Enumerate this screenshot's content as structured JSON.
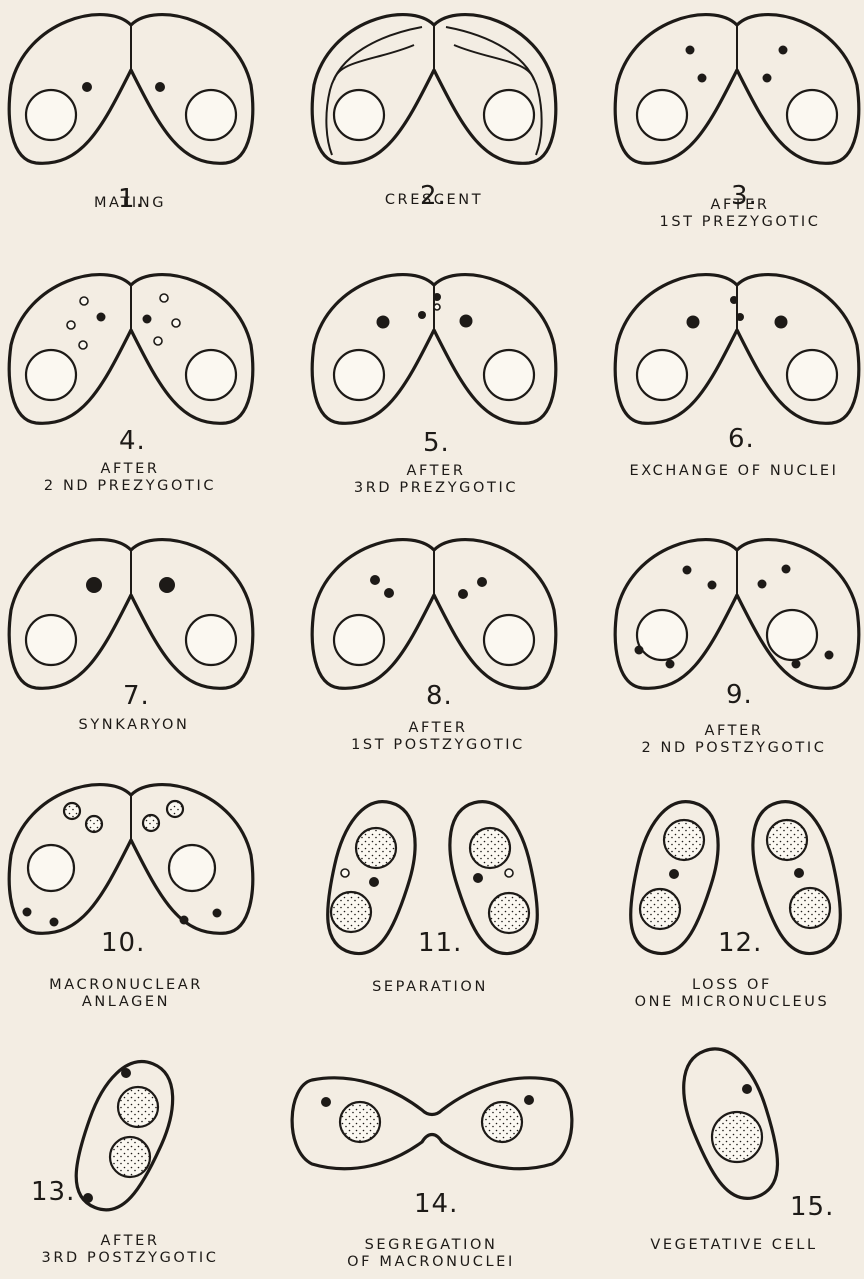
{
  "stages": [
    {
      "number": "1.",
      "caption": [
        "MATING"
      ]
    },
    {
      "number": "2.",
      "caption": [
        "CRESCENT"
      ]
    },
    {
      "number": "3.",
      "caption": [
        "AFTER",
        "1ST PREZYGOTIC"
      ]
    },
    {
      "number": "4.",
      "caption": [
        "AFTER",
        "2 ND PREZYGOTIC"
      ]
    },
    {
      "number": "5.",
      "caption": [
        "AFTER",
        "3RD PREZYGOTIC"
      ]
    },
    {
      "number": "6.",
      "caption": [
        "EXCHANGE OF NUCLEI"
      ]
    },
    {
      "number": "7.",
      "caption": [
        "SYNKARYON"
      ]
    },
    {
      "number": "8.",
      "caption": [
        "AFTER",
        "1ST POSTZYGOTIC"
      ]
    },
    {
      "number": "9.",
      "caption": [
        "AFTER",
        "2 ND POSTZYGOTIC"
      ]
    },
    {
      "number": "10.",
      "caption": [
        "MACRONUCLEAR",
        "ANLAGEN"
      ]
    },
    {
      "number": "11.",
      "caption": [
        "SEPARATION"
      ]
    },
    {
      "number": "12.",
      "caption": [
        "LOSS OF",
        "ONE MICRONUCLEUS"
      ]
    },
    {
      "number": "13.",
      "caption": [
        "AFTER",
        "3RD POSTZYGOTIC"
      ]
    },
    {
      "number": "14.",
      "caption": [
        "SEGREGATION",
        "OF MACRONUCLEI"
      ]
    },
    {
      "number": "15.",
      "caption": [
        "VEGETATIVE CELL"
      ]
    }
  ],
  "colors": {
    "paper": "#f3ede3",
    "ink": "#1d1a17"
  }
}
